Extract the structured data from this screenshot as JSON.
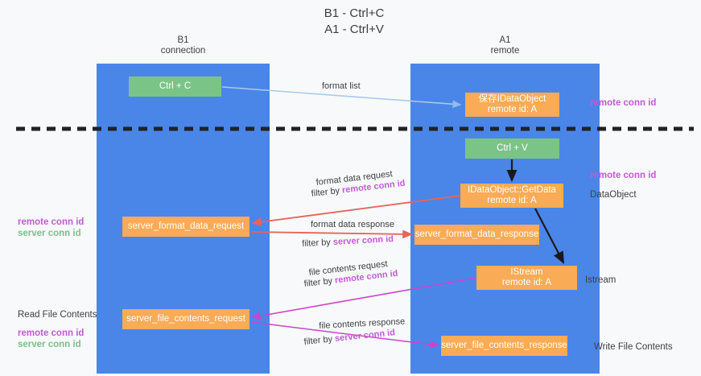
{
  "title": {
    "line1": "B1 - Ctrl+C",
    "line2": "A1 - Ctrl+V"
  },
  "lanes": [
    {
      "name": "B1",
      "subtitle": "connection",
      "color": "#4a86e8"
    },
    {
      "name": "A1",
      "subtitle": "remote",
      "color": "#4a86e8"
    }
  ],
  "boxes": {
    "ctrl_c": {
      "line1": "Ctrl + C",
      "color": "#7bc488"
    },
    "idataobject": {
      "line1": "保存IDataObject",
      "line2": "remote id: A",
      "color": "#f9ab55"
    },
    "ctrl_v": {
      "line1": "Ctrl + V",
      "color": "#7bc488"
    },
    "getdata": {
      "line1": "IDataObject::GetData",
      "line2": "remote id: A",
      "color": "#f9ab55"
    },
    "server_format_data_request": {
      "line1": "server_format_data_request",
      "color": "#f9ab55"
    },
    "server_format_data_response": {
      "line1": "server_format_data_response",
      "color": "#f9ab55"
    },
    "istream": {
      "line1": "IStream",
      "line2": "remote id: A",
      "color": "#f9ab55"
    },
    "server_file_contents_request": {
      "line1": "server_file_contents_request",
      "color": "#f9ab55"
    },
    "server_file_contents_response": {
      "line1": "server_file_contents_response",
      "color": "#f9ab55"
    }
  },
  "edge_labels": {
    "format_list": "format list",
    "format_data_request": "format data request",
    "format_data_request_filter_prefix": "filter by ",
    "format_data_request_filter_key": "remote conn id",
    "format_data_response": "format data response",
    "format_data_response_filter_prefix": "filter by ",
    "format_data_response_filter_key": "server conn id",
    "file_contents_request": "file contents request",
    "file_contents_request_filter_prefix": "filter by ",
    "file_contents_request_filter_key": "remote conn id",
    "file_contents_response": "file contents response",
    "file_contents_response_filter_prefix": "filter by ",
    "file_contents_response_filter_key": "server conn id"
  },
  "right_notes": {
    "note1": "remote conn id",
    "note2_key": "remote conn id",
    "note2_plain": "DataObject",
    "note3": "Istream",
    "note4": "Write File Contents"
  },
  "left_notes": {
    "note1_remote": "remote conn id",
    "note1_server": "server conn id",
    "note2_title": "Read File Contents",
    "note2_remote": "remote conn id",
    "note2_server": "server conn id"
  },
  "colors": {
    "lane": "#4a86e8",
    "green_box": "#7bc488",
    "orange_box": "#f9ab55",
    "purple_text": "#c15bd6",
    "green_text": "#76c18a",
    "red_arrow": "#e8635a",
    "magenta_arrow": "#cc44cc",
    "blue_arrow": "#a8cbec",
    "black_arrow": "#1a1a1a",
    "divider": "#222222",
    "background": "#f8f9fa"
  }
}
